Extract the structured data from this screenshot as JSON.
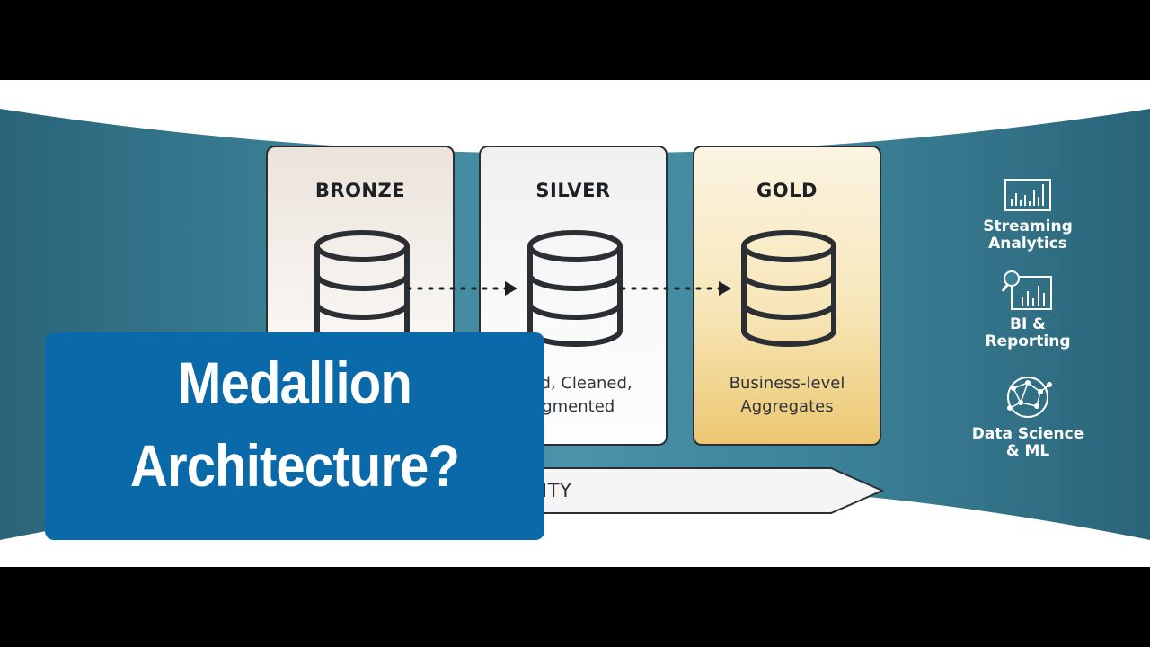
{
  "layers": {
    "bronze": {
      "title": "BRONZE",
      "desc_line1": "",
      "desc_line2": ""
    },
    "silver": {
      "title": "SILVER",
      "desc_line1": "ered, Cleaned,",
      "desc_line2": "ugmented"
    },
    "gold": {
      "title": "GOLD",
      "desc_line1": "Business-level",
      "desc_line2": "Aggregates"
    }
  },
  "quality_label": "UALITY",
  "use_cases": [
    {
      "line1": "Streaming",
      "line2": "Analytics",
      "icon": "bar-chart-icon"
    },
    {
      "line1": "BI &",
      "line2": "Reporting",
      "icon": "magnifier-chart-icon"
    },
    {
      "line1": "Data Science",
      "line2": "& ML",
      "icon": "network-globe-icon"
    }
  ],
  "overlay": {
    "line1": "Medallion",
    "line2": "Architecture?"
  },
  "colors": {
    "teal": "#2e6b80",
    "overlay_blue": "#0a69a8",
    "gold": "#ecc771",
    "bronze_tint": "#ece4dc"
  }
}
